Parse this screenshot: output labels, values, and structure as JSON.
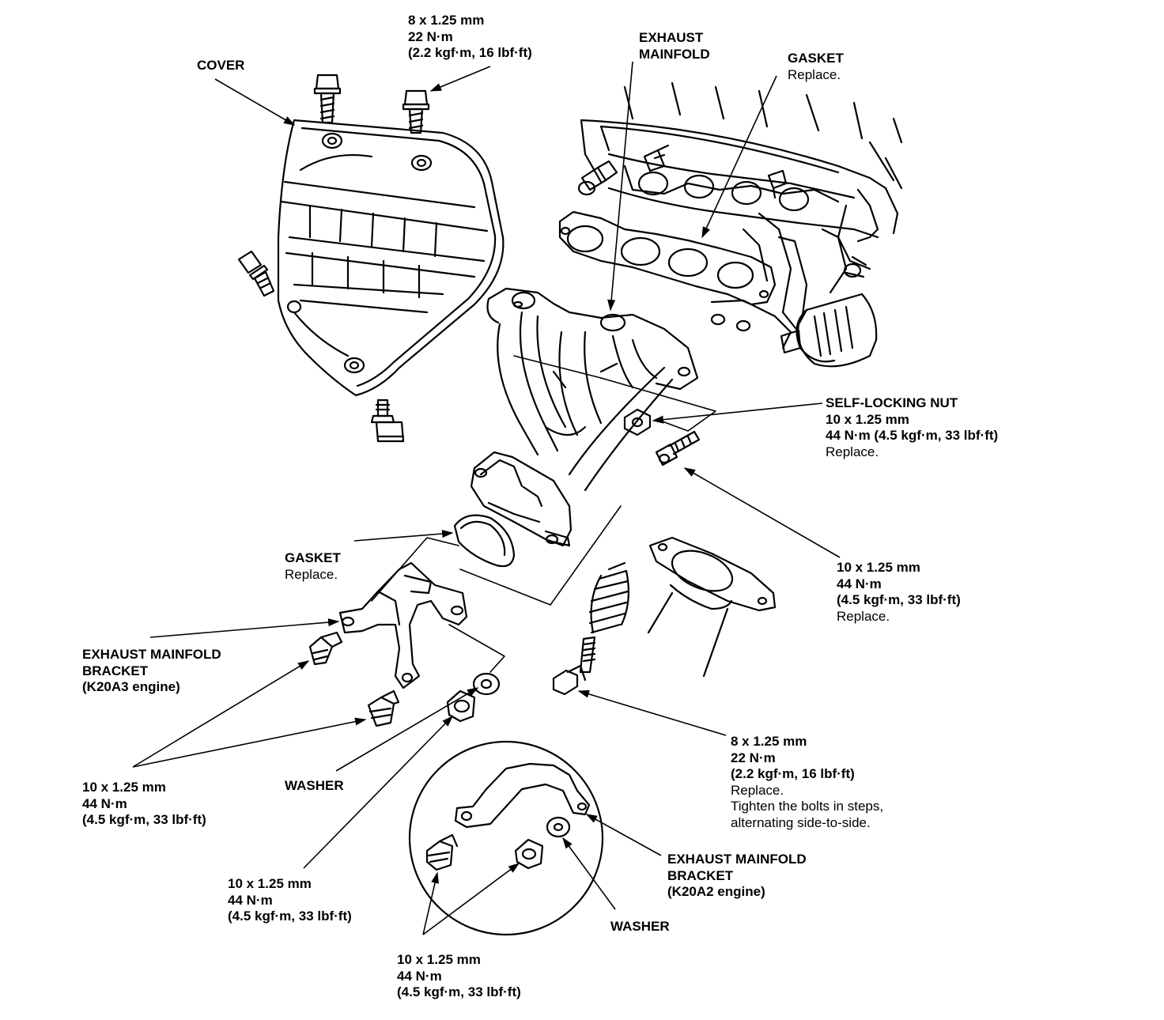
{
  "colors": {
    "ink": "#000000",
    "paper": "#ffffff"
  },
  "labels": {
    "top_bolt": {
      "size": "8 x 1.25 mm",
      "torque": "22 N·m",
      "alt": "(2.2 kgf·m, 16 lbf·ft)"
    },
    "cover": "COVER",
    "exhaust_manifold": {
      "line1": "EXHAUST",
      "line2": "MAINFOLD"
    },
    "gasket_top": {
      "name": "GASKET",
      "note": "Replace."
    },
    "self_locking_nut": {
      "name": "SELF-LOCKING NUT",
      "size": "10 x 1.25 mm",
      "torque": "44 N·m (4.5 kgf·m, 33 lbf·ft)",
      "note": "Replace."
    },
    "flange_bolt": {
      "size": "10 x 1.25 mm",
      "torque": "44 N·m",
      "alt": "(4.5 kgf·m, 33 lbf·ft)",
      "note": "Replace."
    },
    "gasket_mid": {
      "name": "GASKET",
      "note": "Replace."
    },
    "bracket_k20a3": {
      "line1": "EXHAUST MAINFOLD",
      "line2": "BRACKET",
      "line3": "(K20A3 engine)"
    },
    "spring_bolt": {
      "size": "8 x 1.25 mm",
      "torque": "22 N·m",
      "alt": "(2.2 kgf·m, 16 lbf·ft)",
      "note1": "Replace.",
      "note2": "Tighten the bolts in steps,",
      "note3": "alternating side-to-side."
    },
    "left_bolts": {
      "size": "10 x 1.25 mm",
      "torque": "44 N·m",
      "alt": "(4.5 kgf·m, 33 lbf·ft)"
    },
    "washer_mid": "WASHER",
    "lower_bolt": {
      "size": "10 x 1.25 mm",
      "torque": "44 N·m",
      "alt": "(4.5 kgf·m, 33 lbf·ft)"
    },
    "bracket_k20a2": {
      "line1": "EXHAUST MAINFOLD",
      "line2": "BRACKET",
      "line3": "(K20A2 engine)"
    },
    "washer_circle": "WASHER",
    "circle_bolts": {
      "size": "10 x 1.25 mm",
      "torque": "44 N·m",
      "alt": "(4.5 kgf·m, 33 lbf·ft)"
    }
  }
}
